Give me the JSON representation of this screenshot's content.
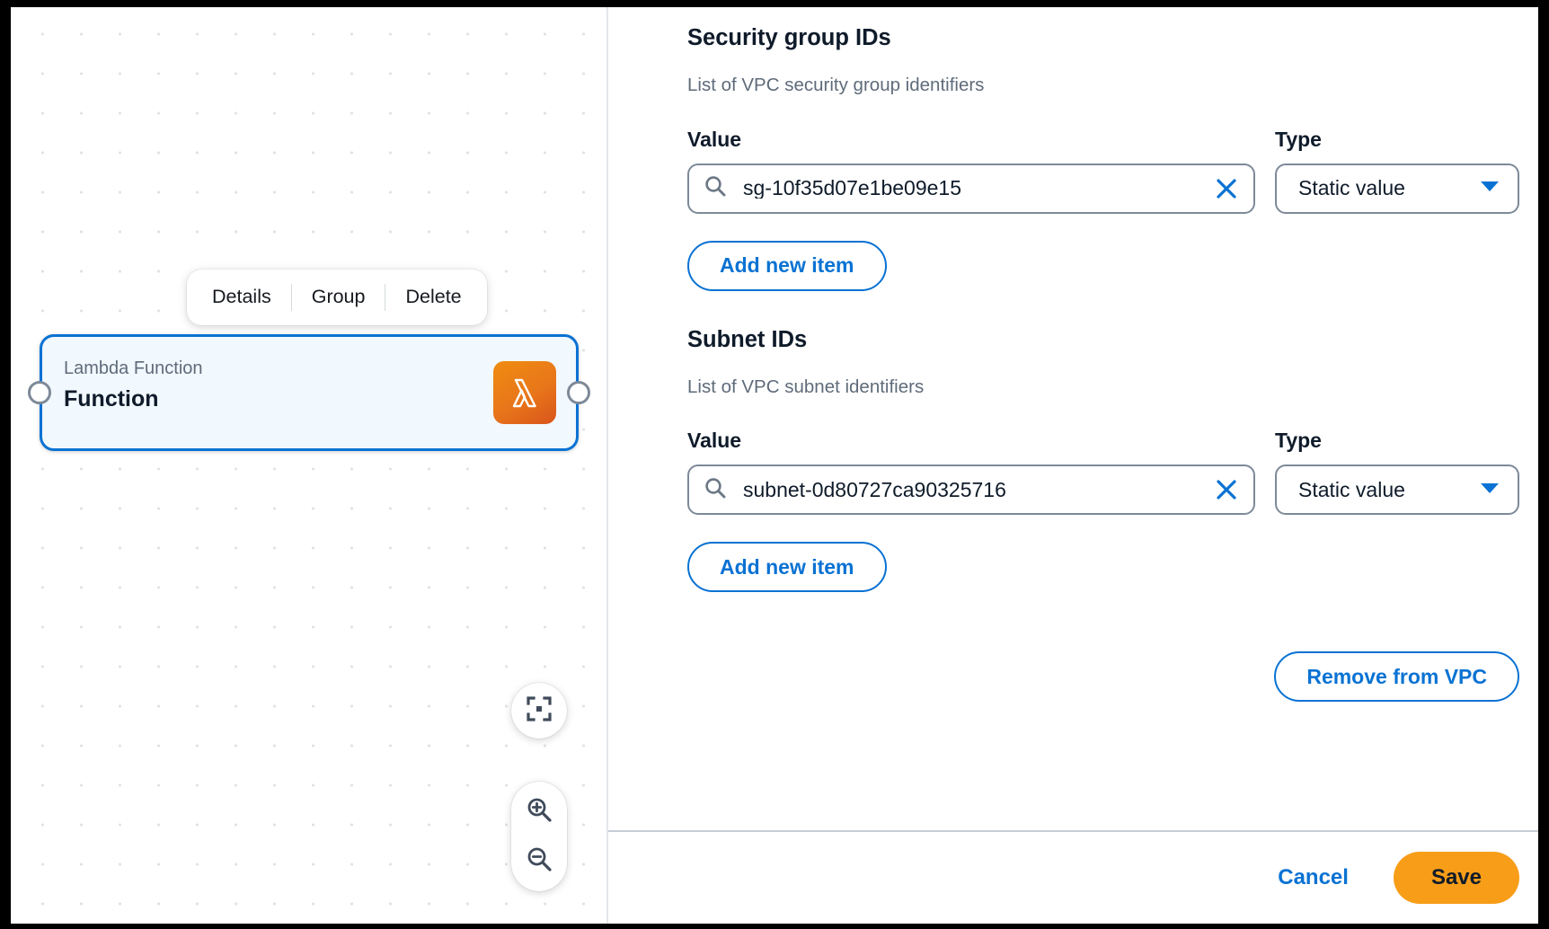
{
  "canvas": {
    "node_toolbar": [
      {
        "label": "Details",
        "name": "node-toolbar-details"
      },
      {
        "label": "Group",
        "name": "node-toolbar-group"
      },
      {
        "label": "Delete",
        "name": "node-toolbar-delete"
      }
    ],
    "node": {
      "type_label": "Lambda Function",
      "title": "Function",
      "icon": "aws-lambda-icon",
      "border_color": "#0972d3",
      "fill_color": "#f1f8fe",
      "icon_color": "#e8761a"
    },
    "controls": {
      "fit_view": "fit-to-view-icon",
      "zoom_in": "zoom-in-icon",
      "zoom_out": "zoom-out-icon"
    }
  },
  "panel": {
    "sections": [
      {
        "title": "Security group IDs",
        "description": "List of VPC security group identifiers",
        "value_label": "Value",
        "type_label": "Type",
        "value": "sg-10f35d07e1be09e15",
        "type_value": "Static value",
        "add_label": "Add new item"
      },
      {
        "title": "Subnet IDs",
        "description": "List of VPC subnet identifiers",
        "value_label": "Value",
        "type_label": "Type",
        "value": "subnet-0d80727ca90325716",
        "type_value": "Static value",
        "add_label": "Add new item"
      }
    ],
    "remove_from_vpc_label": "Remove from VPC",
    "footer": {
      "cancel_label": "Cancel",
      "save_label": "Save"
    },
    "colors": {
      "accent_blue": "#0972d3",
      "save_orange": "#f79d18"
    }
  }
}
